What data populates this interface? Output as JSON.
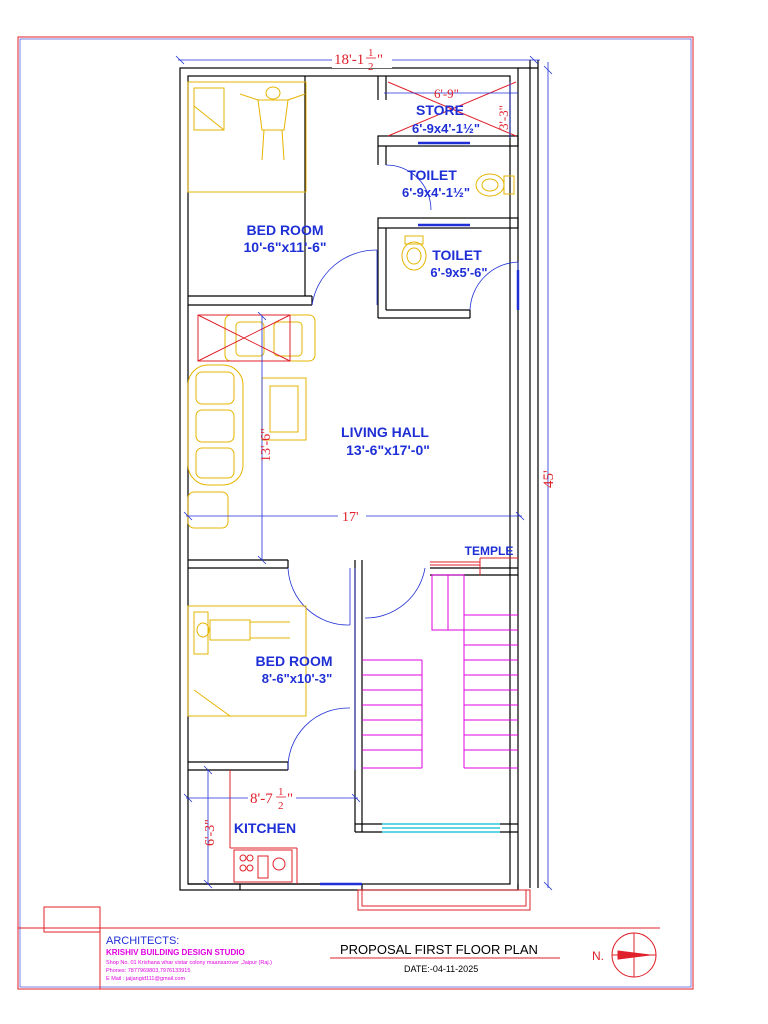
{
  "drawing": {
    "overall_width": "18'-1",
    "overall_width_frac_num": "1",
    "overall_width_frac_den": "2",
    "overall_width_tail": "\"",
    "overall_length": "45'",
    "living_width": "17'",
    "living_depth": "13'-6\"",
    "store_width": "6'-9\"",
    "store_depth": "3'-3\"",
    "kitchen_width": "8'-7",
    "kitchen_width_frac_num": "1",
    "kitchen_width_frac_den": "2",
    "kitchen_width_tail": "\"",
    "kitchen_depth": "6'-3\""
  },
  "rooms": {
    "bed1_name": "BED ROOM",
    "bed1_size": "10'-6\"x11'-6\"",
    "store_name": "STORE",
    "store_size": "6'-9x4'-1½\"",
    "toilet1_name": "TOILET",
    "toilet1_size": "6'-9x4'-1½\"",
    "toilet2_name": "TOILET",
    "toilet2_size": "6'-9x5'-6\"",
    "living_name": "LIVING HALL",
    "living_size": "13'-6\"x17'-0\"",
    "temple_name": "TEMPLE",
    "bed2_name": "BED ROOM",
    "bed2_size": "8'-6\"x10'-3\"",
    "kitchen_name": "KITCHEN"
  },
  "title_block": {
    "architects_label": "ARCHITECTS:",
    "studio_name": "KRISHIV BUILDING DESIGN STUDIO",
    "address": "Shop No. 01 Krishana vihar vistar colony  maansarover ,Jaipur (Raj.)",
    "phones": "Phones: 7877969803,7976133915",
    "email": "E Mail : jaijangid111@gmail.com",
    "plan_title": "PROPOSAL  FIRST FLOOR PLAN",
    "date": "DATE:-04-11-2025",
    "north_label": "N."
  },
  "colors": {
    "wall": "#000000",
    "room_label": "#1f2fd6",
    "dimension": "#e0202a",
    "furniture": "#e6b400",
    "stair": "#e000e0",
    "border": "#e0202a"
  }
}
